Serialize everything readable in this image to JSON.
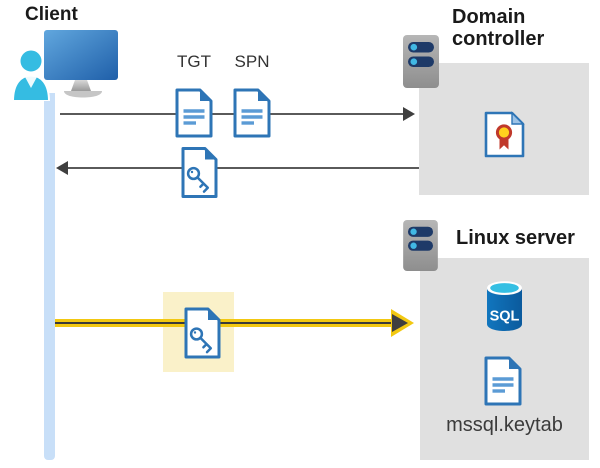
{
  "client": {
    "label": "Client"
  },
  "kerberos_flow": {
    "tgt_label": "TGT",
    "spn_label": "SPN"
  },
  "domain_controller": {
    "label": "Domain controller"
  },
  "linux_server": {
    "label": "Linux server",
    "sql_badge": "SQL",
    "keytab_file": "mssql.keytab"
  },
  "icons": {
    "client": "user-workstation-icon",
    "servers": "rack-server-icon",
    "tickets": "document-icon",
    "session_key": "key-document-icon",
    "domain_controller_content": "certificate-icon",
    "linux_content": [
      "sql-database-icon",
      "document-icon"
    ]
  },
  "colors": {
    "document_blue": "#2E75B6",
    "document_lines_blue": "#5B9BD5",
    "arrow_gray": "#5A5A5A",
    "arrowhead_dark": "#3F3F3F",
    "client_timeline_blue": "#C8DFF8",
    "highlight_yellow_bg": "#FAF1C9",
    "arrow_yellow": "#F2C811",
    "server_box_gray": "#E0E0E0",
    "sql_cylinder_blue": "#0F6EB4",
    "sql_top_cyan": "#35BFE3",
    "certificate_red": "#C0392B",
    "certificate_gold": "#FFD21E",
    "server_pill_navy": "#1E3A68",
    "server_dot_cyan": "#41B8E4",
    "person_cyan": "#35BCE2"
  }
}
